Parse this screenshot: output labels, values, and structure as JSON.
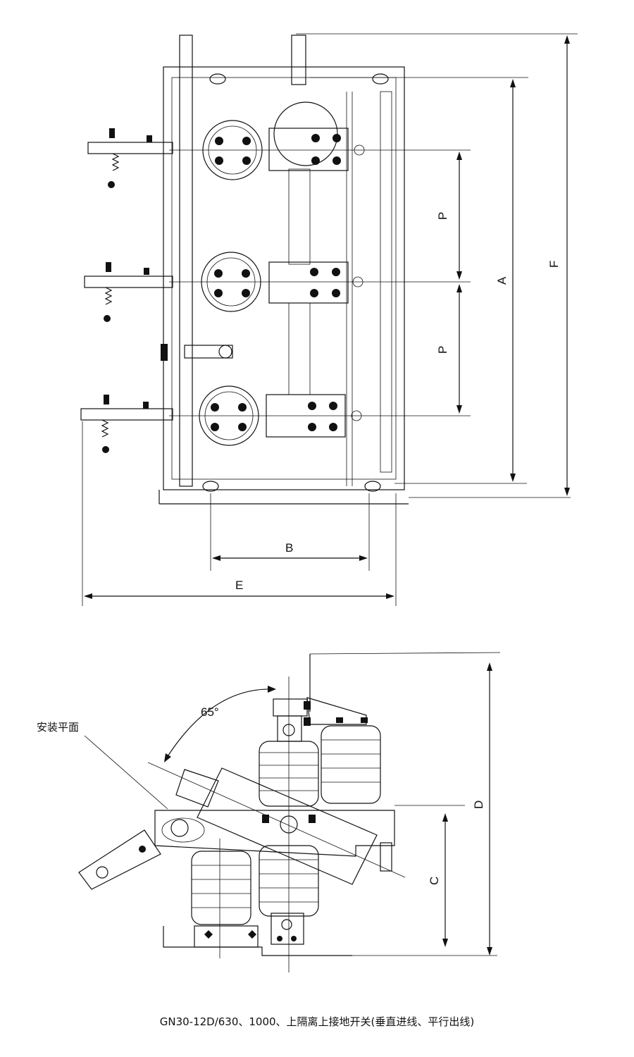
{
  "top_view": {
    "dim_a": "A",
    "dim_b": "B",
    "dim_e": "E",
    "dim_f": "F",
    "dim_p1": "P",
    "dim_p2": "P"
  },
  "side_view": {
    "dim_c": "C",
    "dim_d": "D",
    "angle": "65°",
    "mount_plane": "安装平面"
  },
  "caption": "GN30-12D/630、1000、上隔离上接地开关(垂直进线、平行出线)"
}
